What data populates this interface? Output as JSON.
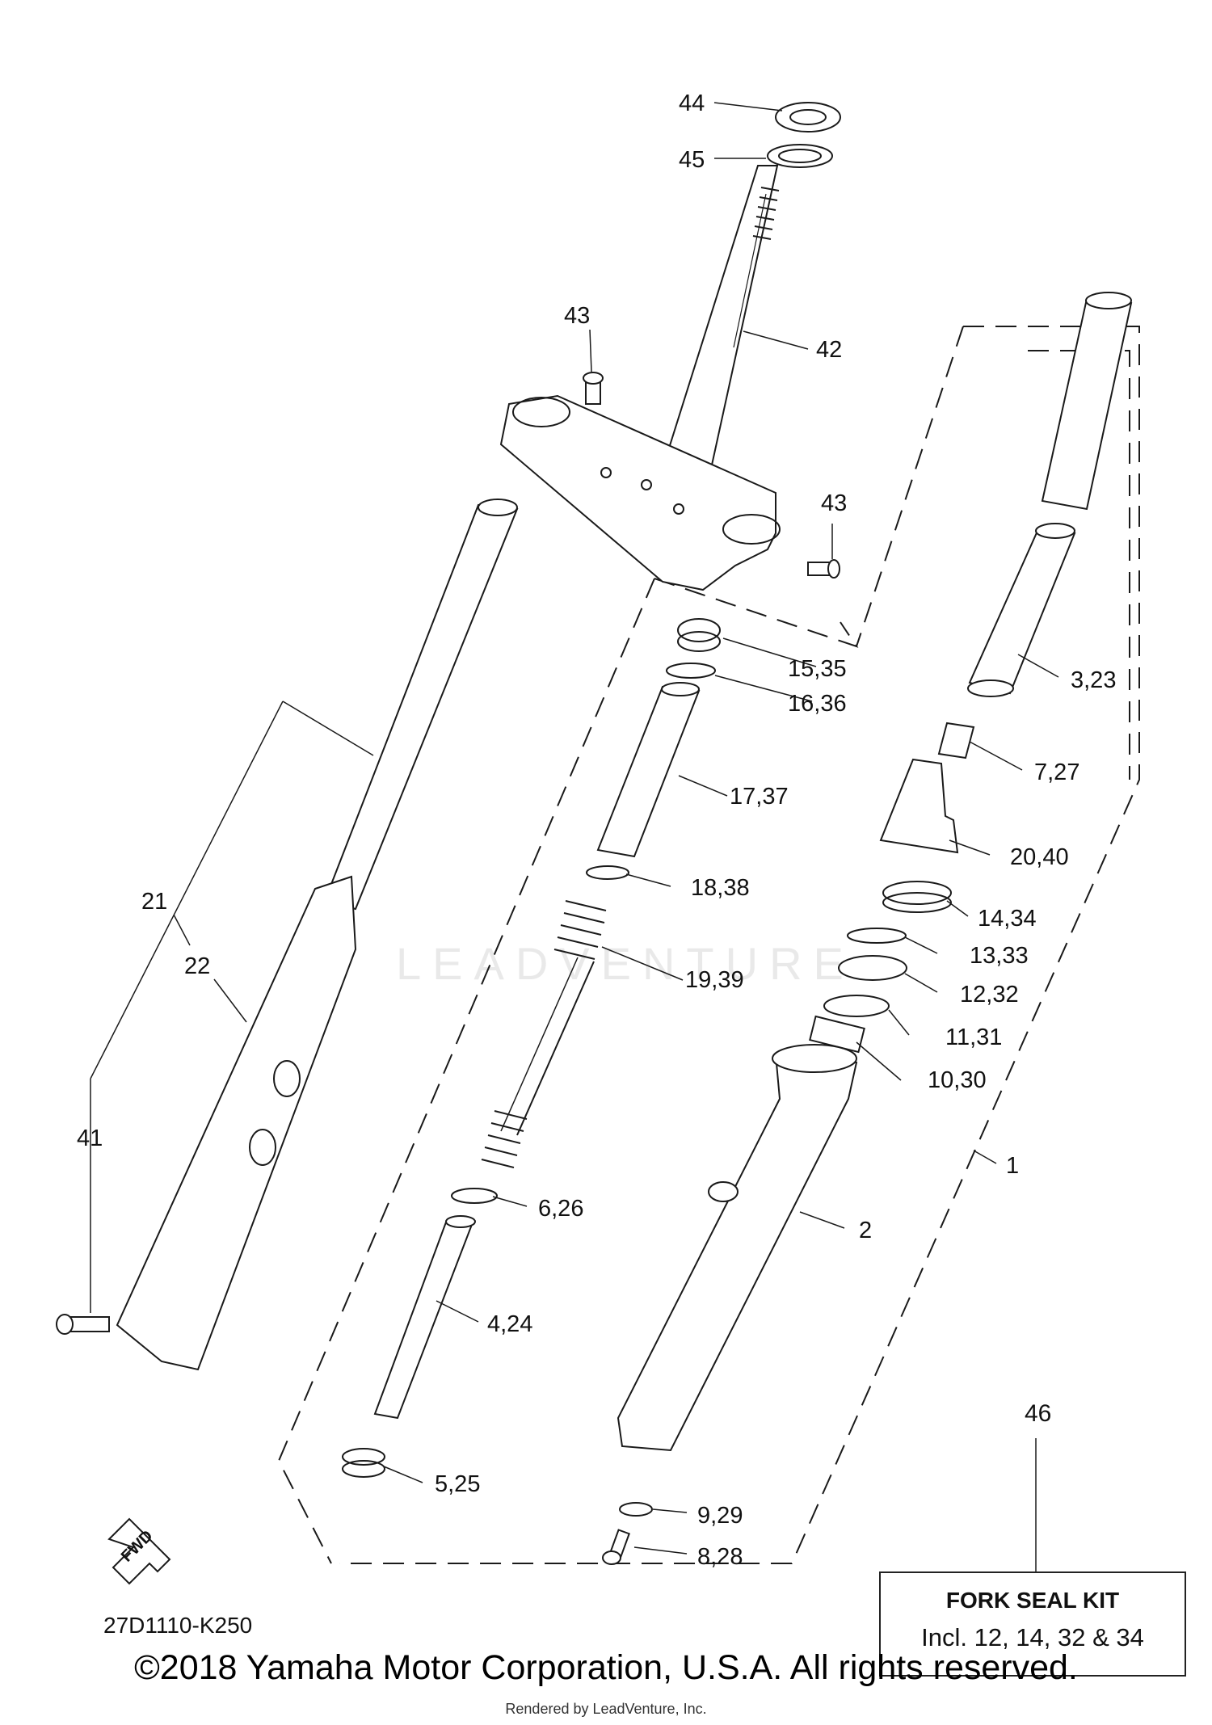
{
  "callouts": {
    "c44": "44",
    "c45": "45",
    "c43a": "43",
    "c42": "42",
    "c43b": "43",
    "c15_35": "15,35",
    "c16_36": "16,36",
    "c17_37": "17,37",
    "c18_38": "18,38",
    "c19_39": "19,39",
    "c6_26": "6,26",
    "c4_24": "4,24",
    "c5_25": "5,25",
    "c9_29": "9,29",
    "c8_28": "8,28",
    "c3_23": "3,23",
    "c7_27": "7,27",
    "c20_40": "20,40",
    "c14_34": "14,34",
    "c13_33": "13,33",
    "c12_32": "12,32",
    "c11_31": "11,31",
    "c10_30": "10,30",
    "c1": "1",
    "c2": "2",
    "c21": "21",
    "c22": "22",
    "c41": "41"
  },
  "kit": {
    "number": "46",
    "title": "FORK SEAL KIT",
    "description": "Incl. 12, 14, 32 & 34"
  },
  "fwd_label": "FWD",
  "diagram_code": "27D1110-K250",
  "watermark": "LEADVENTURE",
  "copyright": "©2018 Yamaha Motor Corporation, U.S.A. All rights reserved.",
  "rendered_by": "Rendered by LeadVenture, Inc."
}
